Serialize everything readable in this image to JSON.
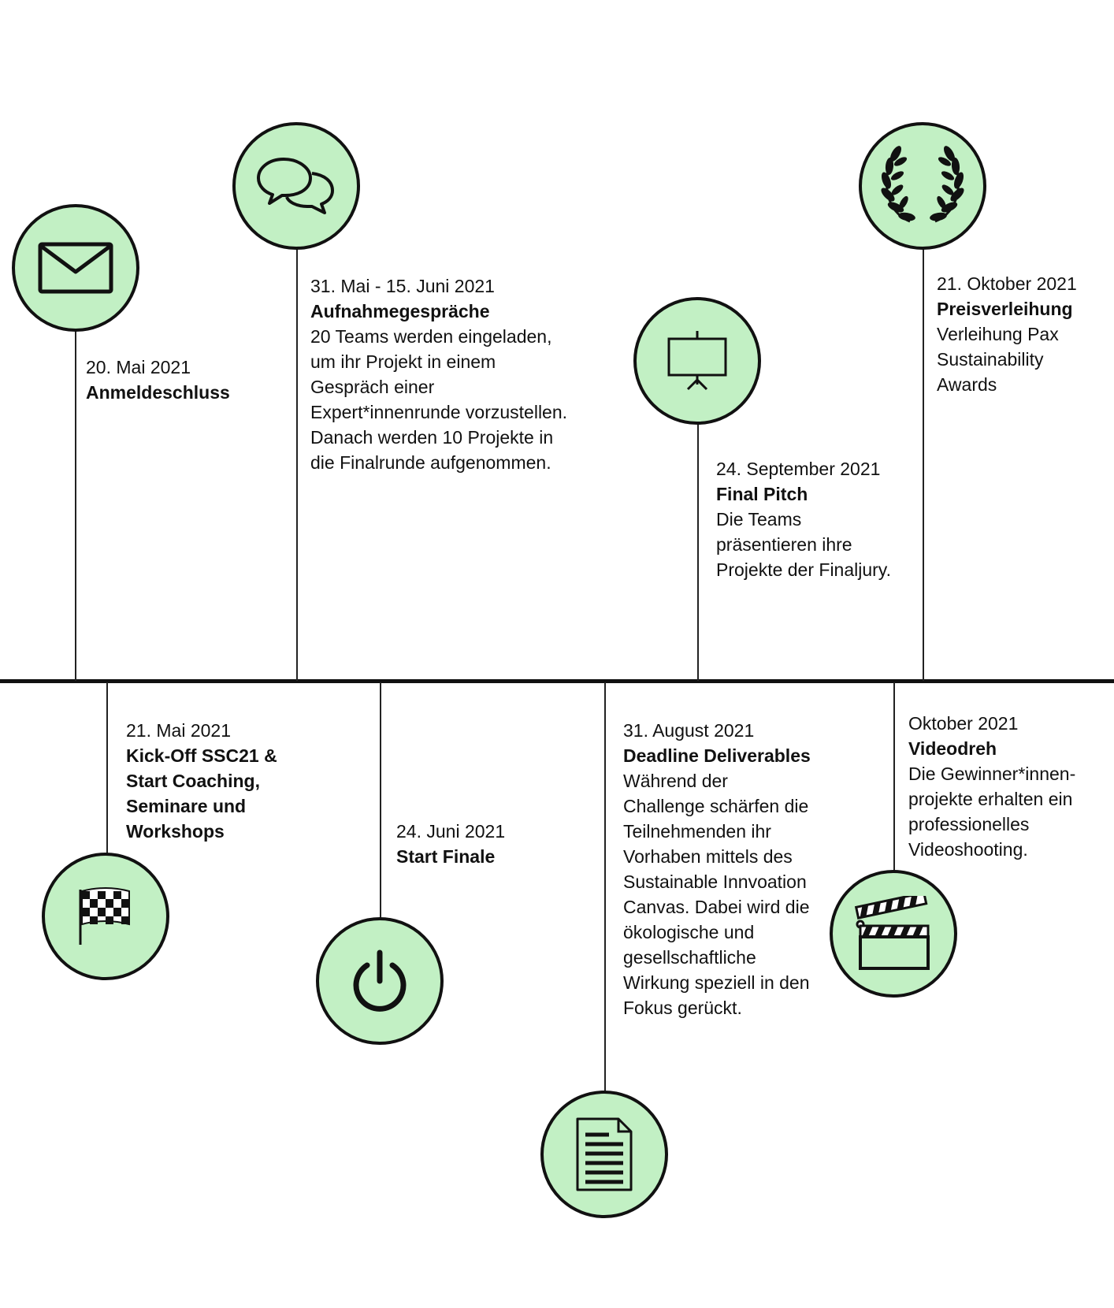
{
  "events": [
    {
      "id": "anmeldeschluss",
      "date": "20. Mai 2021",
      "title": "Anmeldeschluss",
      "description": "",
      "icon": "envelope-icon"
    },
    {
      "id": "kickoff",
      "date": "21. Mai 2021",
      "title": "Kick-Off SSC21 & Start Coaching, Seminare und Workshops",
      "description": "",
      "icon": "checkered-flag-icon"
    },
    {
      "id": "aufnahme",
      "date": "31. Mai - 15. Juni 2021",
      "title": "Aufnahmegespräche",
      "description": "20 Teams werden eingeladen, um ihr Projekt in einem Gespräch einer Expert*innenrunde vorzustellen. Danach werden 10 Projekte in die Finalrunde aufgenommen.",
      "icon": "speech-bubbles-icon"
    },
    {
      "id": "start-finale",
      "date": "24. Juni 2021",
      "title": "Start Finale",
      "description": "",
      "icon": "power-icon"
    },
    {
      "id": "deadline",
      "date": "31. August 2021",
      "title": "Deadline Deliverables",
      "description": "Während der Challenge schärfen die Teilnehmenden ihr Vorhaben mittels des Sustainable Innvoation Canvas. Dabei wird die ökologische und gesellschaftliche Wirkung speziell in den Fokus gerückt.",
      "icon": "document-icon"
    },
    {
      "id": "final-pitch",
      "date": "24. September 2021",
      "title": "Final Pitch",
      "description": "Die Teams präsentieren ihre Projekte der Finaljury.",
      "icon": "presentation-board-icon"
    },
    {
      "id": "videodreh",
      "date": "Oktober 2021",
      "title": "Videodreh",
      "description": "Die Gewinner*innen-projekte erhalten ein professionelles Videoshooting.",
      "icon": "clapperboard-icon"
    },
    {
      "id": "preisverleihung",
      "date": "21. Oktober 2021",
      "title": "Preisverleihung",
      "description": "Verleihung Pax Sustainability Awards",
      "icon": "laurel-wreath-icon"
    }
  ],
  "colors": {
    "node_fill": "#c2f0c4",
    "line": "#111111"
  }
}
